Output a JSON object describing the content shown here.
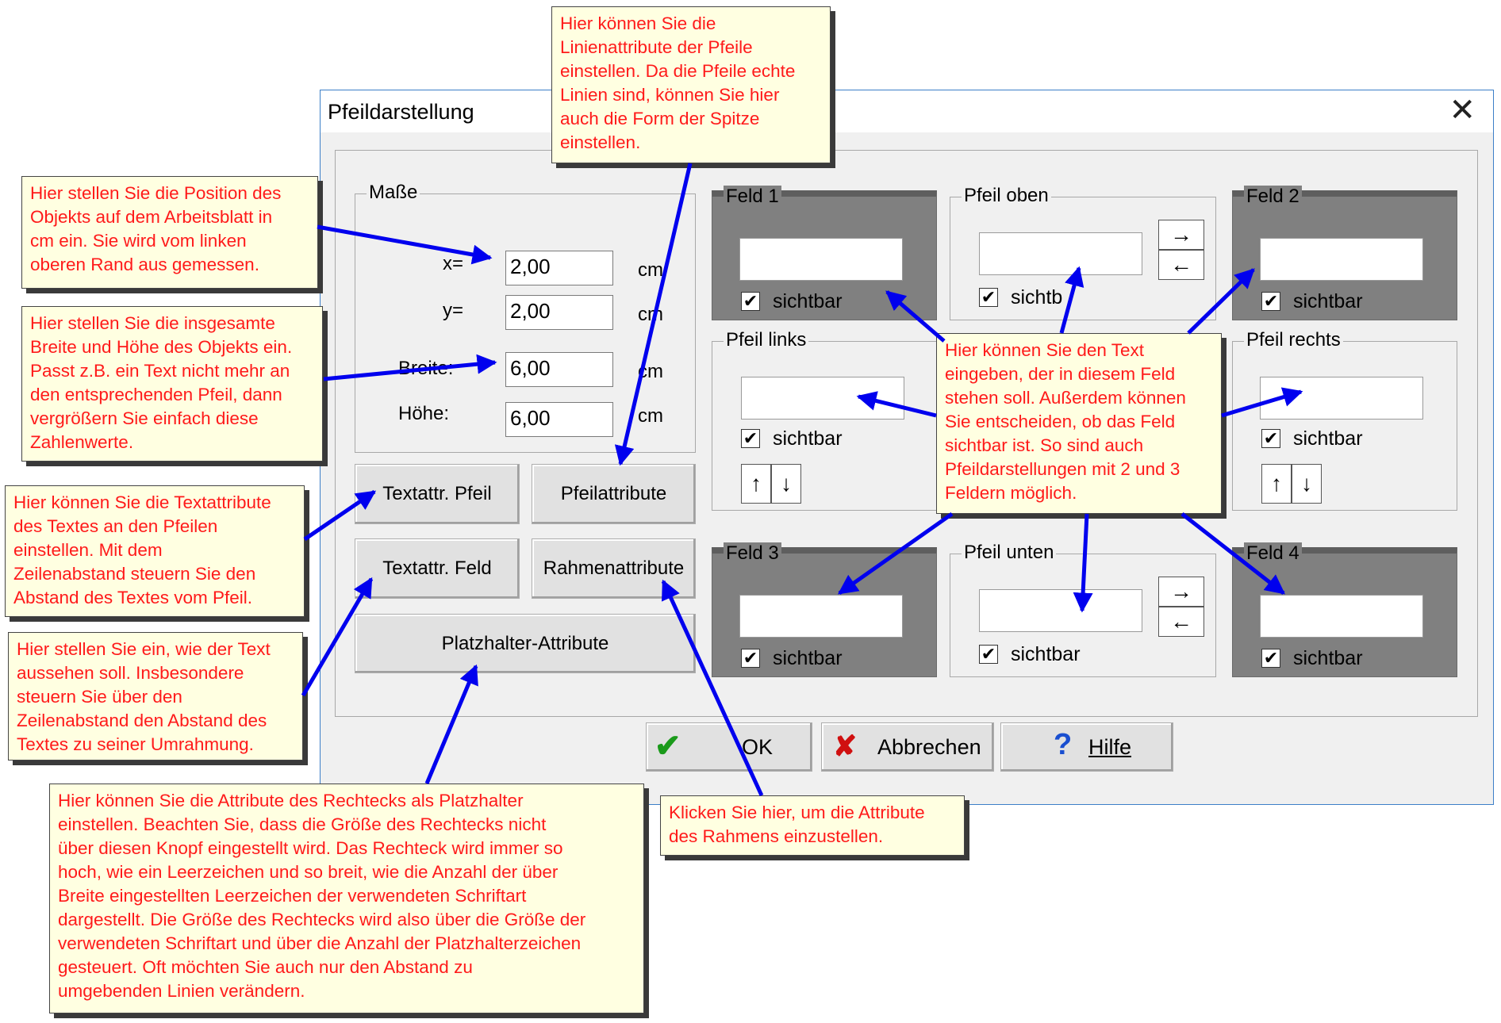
{
  "dialog": {
    "title": "Pfeildarstellung",
    "close_glyph": "✕",
    "masse": {
      "title": "Maße",
      "x_label": "x=",
      "y_label": "y=",
      "x_value": "2,00",
      "y_value": "2,00",
      "breite_label": "Breite:",
      "hoehe_label": "Höhe:",
      "breite_value": "6,00",
      "hoehe_value": "6,00",
      "unit": "cm"
    },
    "buttons": {
      "textattr_pfeil": "Textattr. Pfeil",
      "pfeilattribute": "Pfeilattribute",
      "textattr_feld": "Textattr. Feld",
      "rahmenattribute": "Rahmenattribute",
      "platzhalter": "Platzhalter-Attribute"
    },
    "feld1": {
      "title": "Feld 1",
      "checkbox": "sichtbar",
      "value": ""
    },
    "feld2": {
      "title": "Feld 2",
      "checkbox": "sichtbar",
      "value": ""
    },
    "feld3": {
      "title": "Feld 3",
      "checkbox": "sichtbar",
      "value": ""
    },
    "feld4": {
      "title": "Feld 4",
      "checkbox": "sichtbar",
      "value": ""
    },
    "pfeil_oben": {
      "title": "Pfeil oben",
      "checkbox": "sichtb",
      "value": ""
    },
    "pfeil_unten": {
      "title": "Pfeil unten",
      "checkbox": "sichtbar",
      "value": ""
    },
    "pfeil_links": {
      "title": "Pfeil links",
      "checkbox": "sichtbar",
      "value": ""
    },
    "pfeil_rechts": {
      "title": "Pfeil rechts",
      "checkbox": "sichtbar",
      "value": ""
    },
    "check_mark": "✔",
    "arrow_right": "→",
    "arrow_left": "←",
    "arrow_up": "↑",
    "arrow_down": "↓",
    "footer": {
      "ok": "OK",
      "abbrechen": "Abbrechen",
      "hilfe": "Hilfe",
      "ok_icon": "✔",
      "cancel_icon": "✘",
      "help_icon": "?"
    }
  },
  "callouts": {
    "position": "Hier stellen Sie die Position des\nObjekts auf dem Arbeitsblatt in\ncm ein. Sie wird vom linken\noberen Rand aus gemessen.",
    "size": "Hier stellen Sie die insgesamte\nBreite und Höhe des Objekts ein.\nPasst z.B. ein Text nicht mehr an\nden entsprechenden Pfeil, dann\nvergrößern Sie einfach diese\nZahlenwerte.",
    "textattr_pfeil": "Hier können Sie die Textattribute\ndes Textes an den Pfeilen\neinstellen. Mit dem\nZeilenabstand steuern Sie den\nAbstand des Textes vom Pfeil.",
    "textattr_feld": "Hier stellen Sie ein, wie der Text\naussehen soll. Insbesondere\nsteuern Sie über den\nZeilenabstand den Abstand des\nTextes zu seiner Umrahmung.",
    "pfeilattribute": "Hier können Sie die\nLinienattribute der Pfeile\neinstellen. Da die Pfeile echte\nLinien sind, können Sie hier\nauch die Form der Spitze\neinstellen.",
    "felder": "Hier können Sie den Text\neingeben, der in diesem Feld\nstehen soll. Außerdem können\nSie entscheiden, ob das Feld\nsichtbar ist. So sind auch\nPfeildarstellungen mit 2 und 3\nFeldern möglich.",
    "platzhalter": "Hier können Sie die Attribute des Rechtecks als Platzhalter\neinstellen. Beachten Sie, dass die Größe des Rechtecks nicht\nüber diesen Knopf eingestellt wird. Das Rechteck wird immer so\nhoch, wie ein Leerzeichen und so breit, wie die Anzahl der über\nBreite eingestellten Leerzeichen der verwendeten Schriftart\ndargestellt. Die Größe des Rechtecks wird also über die Größe der\nverwendeten Schriftart und über die Anzahl der Platzhalterzeichen\ngesteuert. Oft möchten Sie auch nur den Abstand zu\numgebenden Linien verändern.",
    "rahmen": "Klicken Sie hier, um die Attribute\ndes Rahmens einzustellen."
  },
  "colors": {
    "callout_text": "#ff1a1a",
    "callout_bg": "#ffffe1",
    "arrow": "#0000ee",
    "dark_group": "#808080"
  }
}
